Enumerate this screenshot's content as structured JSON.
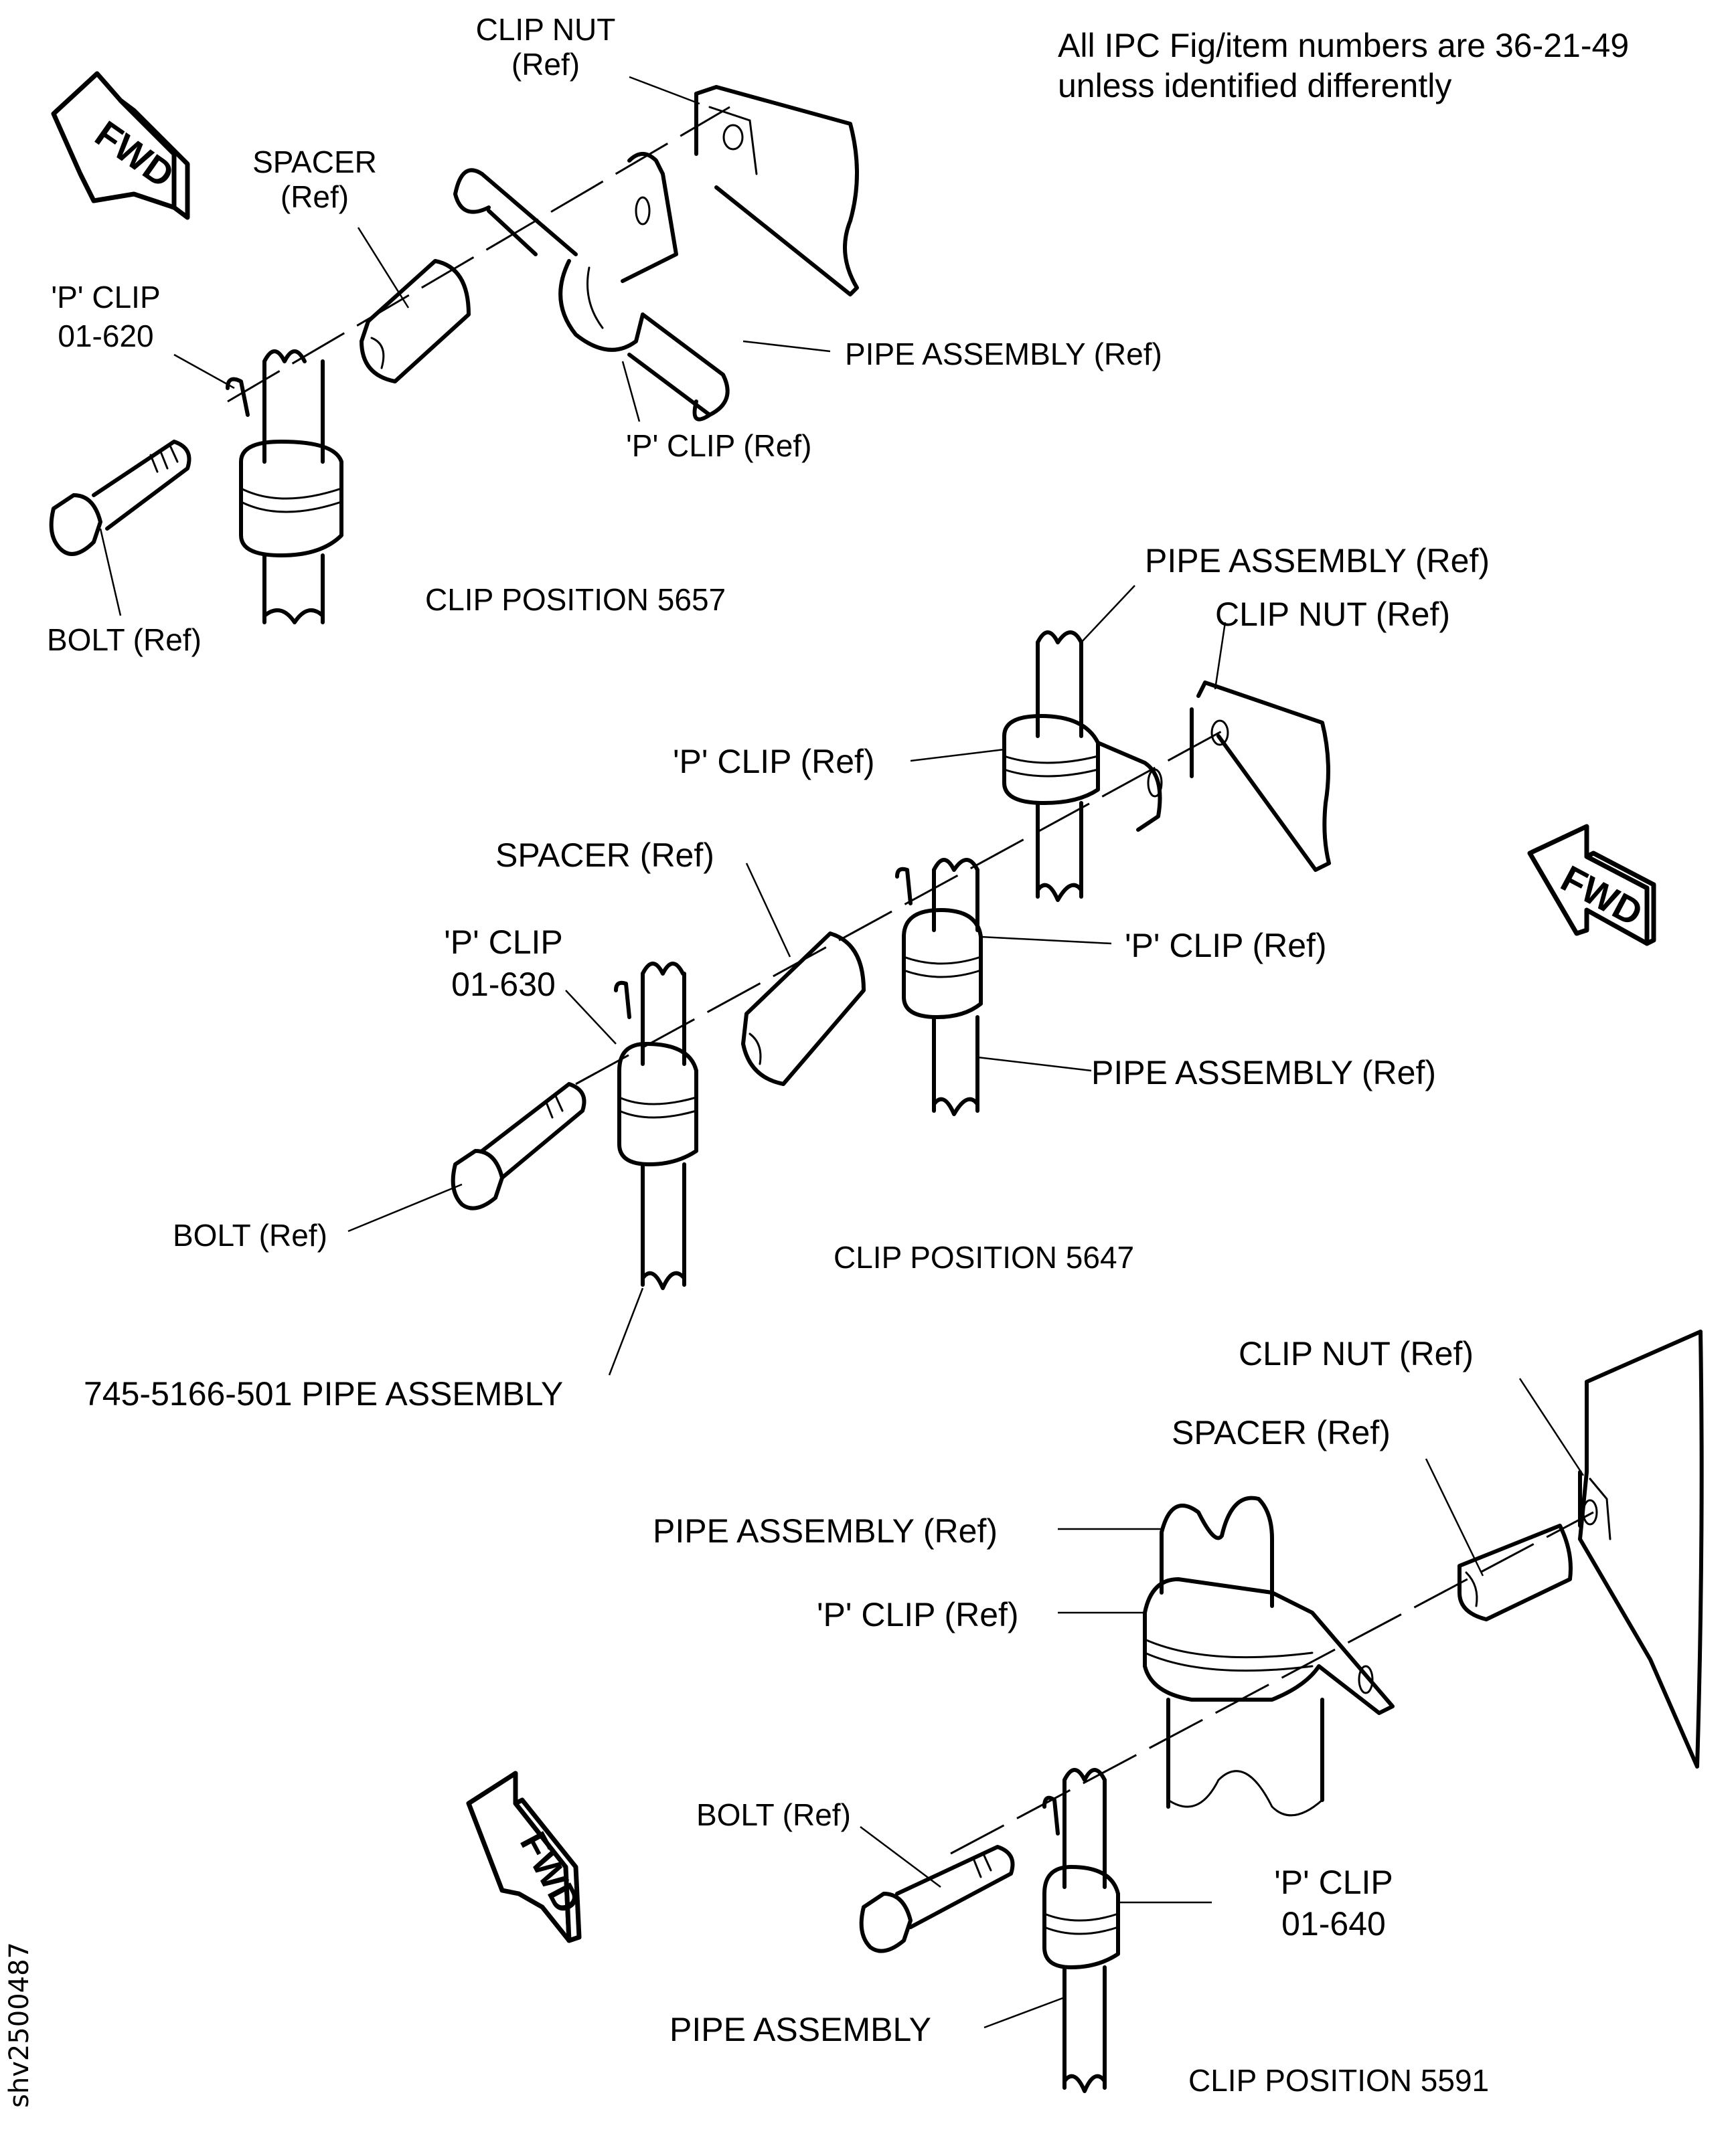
{
  "note": {
    "line1": "All IPC Fig/item numbers are 36-21-49",
    "line2": "unless identified differently"
  },
  "figure_id": "shv2500487",
  "fwd_label": "FWD",
  "views": [
    {
      "position": "CLIP POSITION 5657",
      "labels": {
        "clip_nut_1": "CLIP NUT",
        "clip_nut_2": "(Ref)",
        "spacer_1": "SPACER",
        "spacer_2": "(Ref)",
        "p_clip_1": "'P' CLIP",
        "p_clip_2": "01-620",
        "pipe_assembly": "PIPE ASSEMBLY (Ref)",
        "p_clip_ref": "'P' CLIP (Ref)",
        "bolt": "BOLT (Ref)"
      }
    },
    {
      "position": "CLIP POSITION 5647",
      "labels": {
        "pipe_assembly_top": "PIPE ASSEMBLY (Ref)",
        "clip_nut": "CLIP NUT (Ref)",
        "p_clip_upper": "'P' CLIP (Ref)",
        "spacer": "SPACER (Ref)",
        "p_clip_1": "'P' CLIP",
        "p_clip_2": "01-630",
        "p_clip_ref": "'P' CLIP (Ref)",
        "pipe_assembly_ref": "PIPE ASSEMBLY (Ref)",
        "bolt": "BOLT (Ref)",
        "pipe_assembly_part": "745-5166-501 PIPE ASSEMBLY"
      }
    },
    {
      "position": "CLIP POSITION 5591",
      "labels": {
        "clip_nut": "CLIP NUT (Ref)",
        "spacer": "SPACER (Ref)",
        "pipe_assembly_ref": "PIPE ASSEMBLY (Ref)",
        "p_clip_ref": "'P' CLIP (Ref)",
        "bolt": "BOLT (Ref)",
        "p_clip_1": "'P' CLIP",
        "p_clip_2": "01-640",
        "pipe_assembly": "PIPE ASSEMBLY"
      }
    }
  ]
}
